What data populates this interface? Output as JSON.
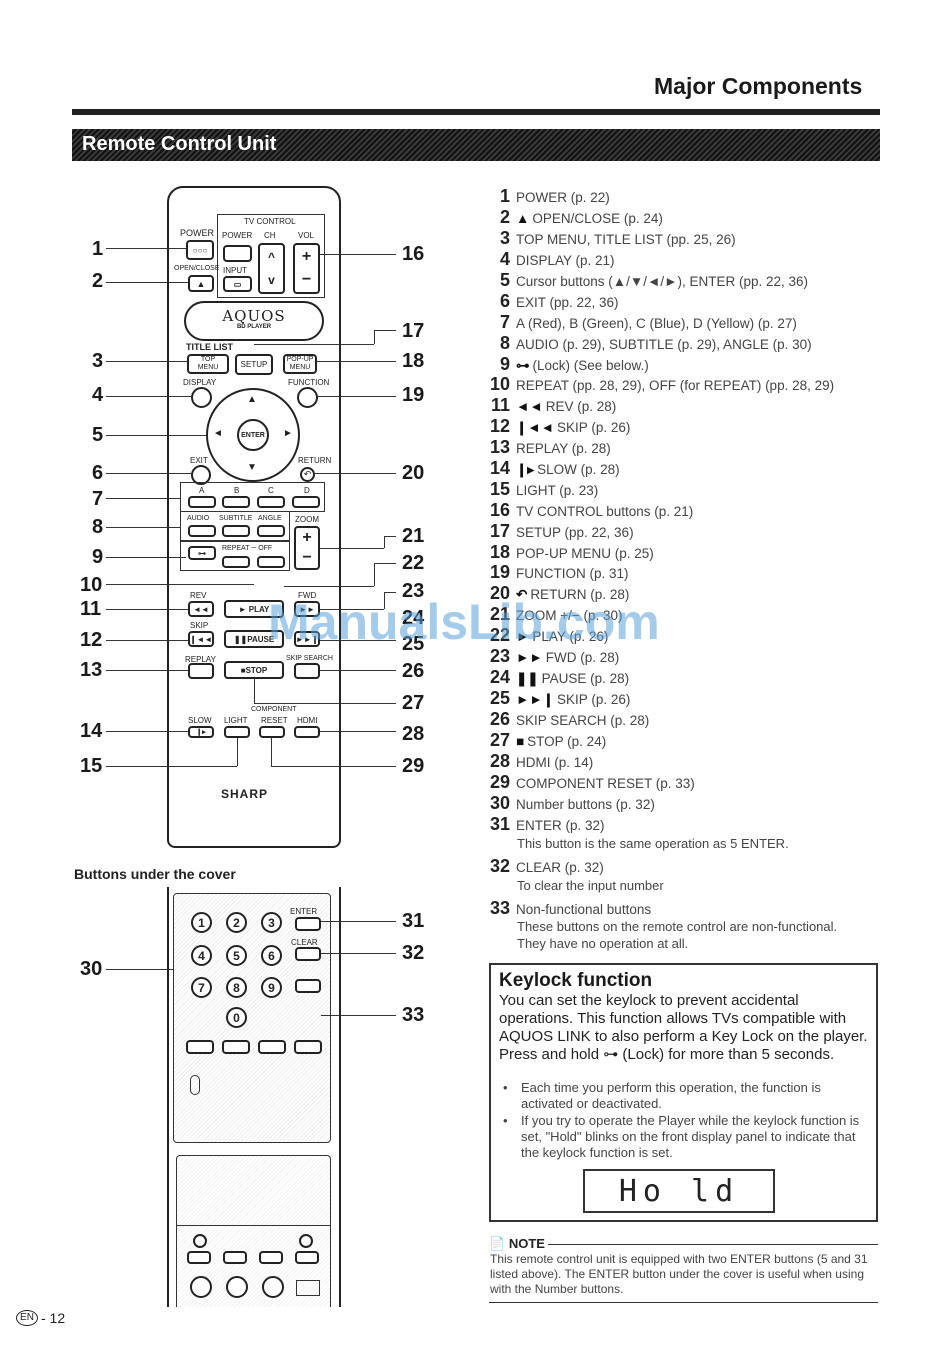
{
  "header": {
    "section_title": "Major Components",
    "bar_title": "Remote Control Unit"
  },
  "remote": {
    "tv_control": "TV CONTROL",
    "power": "POWER",
    "power_tv": "POWER",
    "ch": "CH",
    "vol": "VOL",
    "open_close": "OPEN/CLOSE",
    "input": "INPUT",
    "brand_logo": "AQUOS",
    "brand_sub": "BD PLAYER",
    "title_list": "TITLE LIST",
    "top_menu": "TOP\nMENU",
    "setup": "SETUP",
    "popup_menu": "POP-UP\nMENU",
    "display": "DISPLAY",
    "function": "FUNCTION",
    "enter": "ENTER",
    "exit": "EXIT",
    "return": "RETURN",
    "a": "A",
    "b": "B",
    "c": "C",
    "d": "D",
    "audio": "AUDIO",
    "subtitle": "SUBTITLE",
    "angle": "ANGLE",
    "zoom": "ZOOM",
    "repeat_off": "REPEAT ─ OFF",
    "rev": "REV",
    "play": "► PLAY",
    "fwd": "FWD",
    "skip": "SKIP",
    "pause": "❚❚PAUSE",
    "replay": "REPLAY",
    "stop": "■STOP",
    "skip_search": "SKIP SEARCH",
    "component": "COMPONENT",
    "slow": "SLOW",
    "light": "LIGHT",
    "reset": "RESET",
    "hdmi": "HDMI",
    "maker": "SHARP",
    "enter_cover": "ENTER",
    "clear_cover": "CLEAR",
    "digits": [
      "1",
      "2",
      "3",
      "4",
      "5",
      "6",
      "7",
      "8",
      "9",
      "0"
    ]
  },
  "callouts_left": [
    "1",
    "2",
    "3",
    "4",
    "5",
    "6",
    "7",
    "8",
    "9",
    "10",
    "11",
    "12",
    "13",
    "14",
    "15"
  ],
  "callouts_right": [
    "16",
    "17",
    "18",
    "19",
    "20",
    "21",
    "22",
    "23",
    "24",
    "25",
    "26",
    "27",
    "28",
    "29"
  ],
  "cover": {
    "heading": "Buttons under the cover",
    "callouts": [
      "30",
      "31",
      "32",
      "33"
    ]
  },
  "items": [
    {
      "n": "1",
      "t": "POWER (p. 22)"
    },
    {
      "n": "2",
      "sym": "▲",
      "t": "OPEN/CLOSE (p. 24)"
    },
    {
      "n": "3",
      "t": "TOP MENU, TITLE LIST (pp. 25, 26)"
    },
    {
      "n": "4",
      "t": "DISPLAY (p. 21)"
    },
    {
      "n": "5",
      "t": "Cursor buttons (▲/▼/◄/►), ENTER (pp. 22, 36)"
    },
    {
      "n": "6",
      "t": "EXIT (pp. 22, 36)"
    },
    {
      "n": "7",
      "t": "A (Red), B (Green), C (Blue), D (Yellow) (p. 27)"
    },
    {
      "n": "8",
      "t": "AUDIO (p. 29), SUBTITLE (p. 29), ANGLE (p. 30)"
    },
    {
      "n": "9",
      "sym": "⊶",
      "t": "(Lock) (See below.)"
    },
    {
      "n": "10",
      "t": "REPEAT (pp. 28, 29), OFF (for REPEAT) (pp. 28, 29)"
    },
    {
      "n": "11",
      "sym": "◄◄",
      "t": "REV (p. 28)"
    },
    {
      "n": "12",
      "sym": "❙◄◄",
      "t": "SKIP (p. 26)"
    },
    {
      "n": "13",
      "t": "REPLAY (p. 28)"
    },
    {
      "n": "14",
      "sym": "❙▸",
      "t": "SLOW (p. 28)"
    },
    {
      "n": "15",
      "t": "LIGHT (p. 23)"
    },
    {
      "n": "16",
      "t": "TV CONTROL buttons (p. 21)"
    },
    {
      "n": "17",
      "t": "SETUP (pp. 22, 36)"
    },
    {
      "n": "18",
      "t": "POP-UP MENU (p. 25)"
    },
    {
      "n": "19",
      "t": "FUNCTION (p. 31)"
    },
    {
      "n": "20",
      "sym": "↶",
      "t": "RETURN (p. 28)"
    },
    {
      "n": "21",
      "t": "ZOOM +/− (p. 30)"
    },
    {
      "n": "22",
      "sym": "►",
      "t": "PLAY (p. 26)"
    },
    {
      "n": "23",
      "sym": "►►",
      "t": "FWD (p. 28)"
    },
    {
      "n": "24",
      "sym": "❚❚",
      "t": "PAUSE (p. 28)"
    },
    {
      "n": "25",
      "sym": "►►❙",
      "t": "SKIP (p. 26)"
    },
    {
      "n": "26",
      "t": "SKIP SEARCH (p. 28)"
    },
    {
      "n": "27",
      "sym": "■",
      "t": "STOP (p. 24)"
    },
    {
      "n": "28",
      "t": "HDMI (p. 14)"
    },
    {
      "n": "29",
      "t": "COMPONENT RESET (p. 33)"
    },
    {
      "n": "30",
      "t": "Number buttons (p. 32)"
    },
    {
      "n": "31",
      "t": "ENTER (p. 32)"
    },
    {
      "n": "32",
      "t": "CLEAR (p. 32)"
    },
    {
      "n": "33",
      "t": "Non-functional buttons"
    }
  ],
  "item_notes": {
    "n31": "This button is the same operation as 5 ENTER.",
    "n32": "To clear the input number",
    "n33a": "These buttons on the remote control are non-functional.",
    "n33b": "They have no operation at all."
  },
  "keylock": {
    "title": "Keylock function",
    "body": "You can set the keylock to prevent accidental operations. This function allows TVs compatible with AQUOS LINK to also perform a Key Lock on the player. Press and hold ⊶ (Lock) for more than 5 seconds.",
    "bullets": [
      "Each time you perform this operation, the function is activated or deactivated.",
      "If you try to operate the Player while the keylock function is set, \"Hold\" blinks on the front display panel to indicate that the keylock function is set."
    ],
    "display_text": "Ho ld"
  },
  "note": {
    "heading": "NOTE",
    "text": "This remote control unit is equipped with two ENTER buttons (5 and 31 listed above). The ENTER button under the cover is useful when using with the Number buttons."
  },
  "footer": {
    "lang": "EN",
    "page": "- 12"
  },
  "watermark": "ManualsLib.com"
}
